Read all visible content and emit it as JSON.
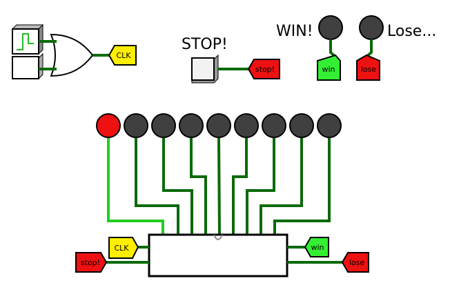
{
  "labels": {
    "stop_title": "STOP!",
    "win_title": "WIN!",
    "lose_title": "Lose..."
  },
  "tags": {
    "clk": "CLK",
    "stop": "stop!",
    "win": "win",
    "lose": "lose"
  },
  "leds": {
    "row_states": [
      "on",
      "off",
      "off",
      "off",
      "off",
      "off",
      "off",
      "off",
      "off"
    ],
    "win_state": "off",
    "lose_state": "off"
  },
  "colors": {
    "wire_on": "#22cc22",
    "wire_off": "#0a6a0a",
    "led_on": "#ee1111",
    "led_off": "#404040",
    "tag_clk": "#ffee00",
    "tag_stop": "#ee1111",
    "tag_win": "#33ee33",
    "tag_lose": "#ee1111"
  }
}
